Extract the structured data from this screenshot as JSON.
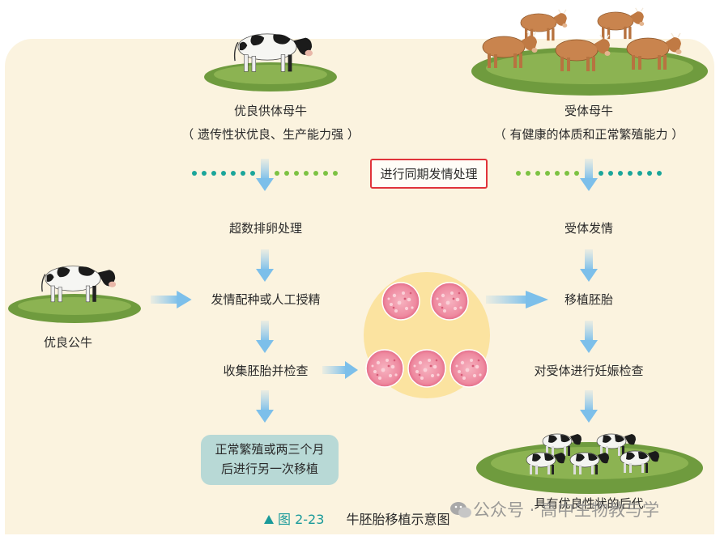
{
  "labels": {
    "donor": "优良供体母牛",
    "donor_note": "（ 遗传性状优良、生产能力强 ）",
    "recipient": "受体母牛",
    "recipient_note": "（ 有健康的体质和正常繁殖能力 ）",
    "sync": "进行同期发情处理",
    "superovulation": "超数排卵处理",
    "recipient_estrus": "受体发情",
    "mating": "发情配种或人工授精",
    "transfer": "移植胚胎",
    "bull": "优良公牛",
    "collect": "收集胚胎并检查",
    "pregnancy_check": "对受体进行妊娠检查",
    "alt_line1": "正常繁殖或两三个月",
    "alt_line2": "后进行另一次移植",
    "offspring": "具有优良性状的后代"
  },
  "caption": {
    "figure": "图 2-23",
    "title": "牛胚胎移植示意图"
  },
  "watermark": "公众号 · 高中生物教与学",
  "icons": [
    "holstein-cow-icon",
    "brown-cattle-herd-icon",
    "holstein-bull-icon",
    "embryo-icon",
    "calves-herd-icon",
    "arrow-icon",
    "wechat-icon"
  ],
  "colors": {
    "panel": "#fbf3df",
    "arrow": "#8fc8ee",
    "dot_teal": "#1aa59a",
    "dot_green": "#7cc242",
    "highlight_border": "#e0333a",
    "note_box": "#b8d9d6",
    "embryo_disc": "#fbe3a0",
    "embryo": "#f08aa0"
  }
}
